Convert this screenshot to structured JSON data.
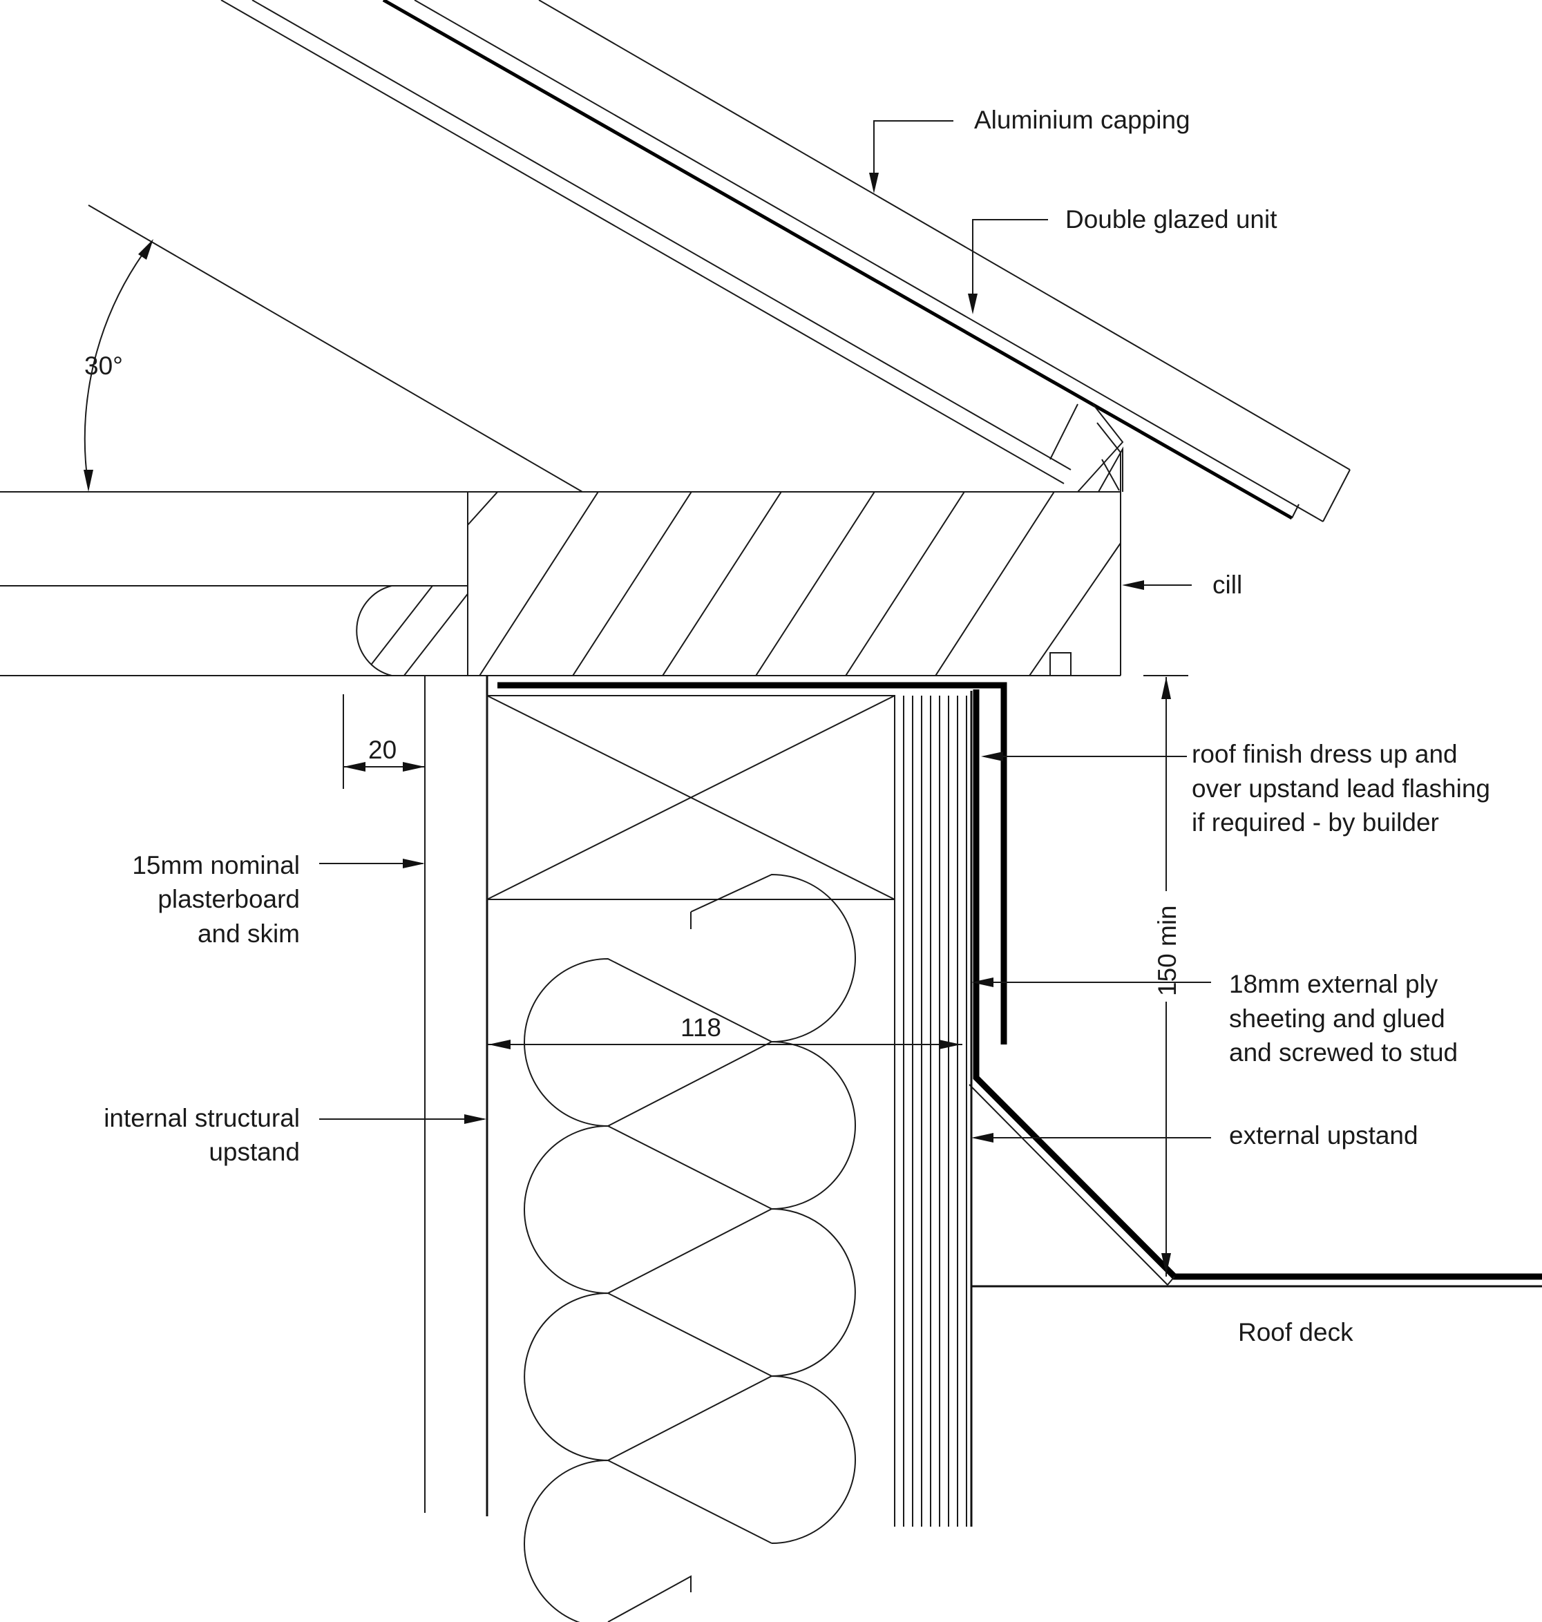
{
  "labels": {
    "aluminium_capping": "Aluminium capping",
    "double_glazed_unit": "Double glazed unit",
    "cill": "cill",
    "roof_finish_line1": "roof finish dress up and",
    "roof_finish_line2": "over upstand lead flashing",
    "roof_finish_line3": "if required - by builder",
    "ply_line1": "18mm external ply",
    "ply_line2": "sheeting and glued",
    "ply_line3": "and screwed to stud",
    "external_upstand": "external upstand",
    "roof_deck": "Roof deck",
    "plaster_line1": "15mm nominal",
    "plaster_line2": "plasterboard",
    "plaster_line3": "and skim",
    "internal_line1": "internal structural",
    "internal_line2": "upstand"
  },
  "dimensions": {
    "angle": "30°",
    "gap": "20",
    "width": "118",
    "height": "150 min"
  }
}
